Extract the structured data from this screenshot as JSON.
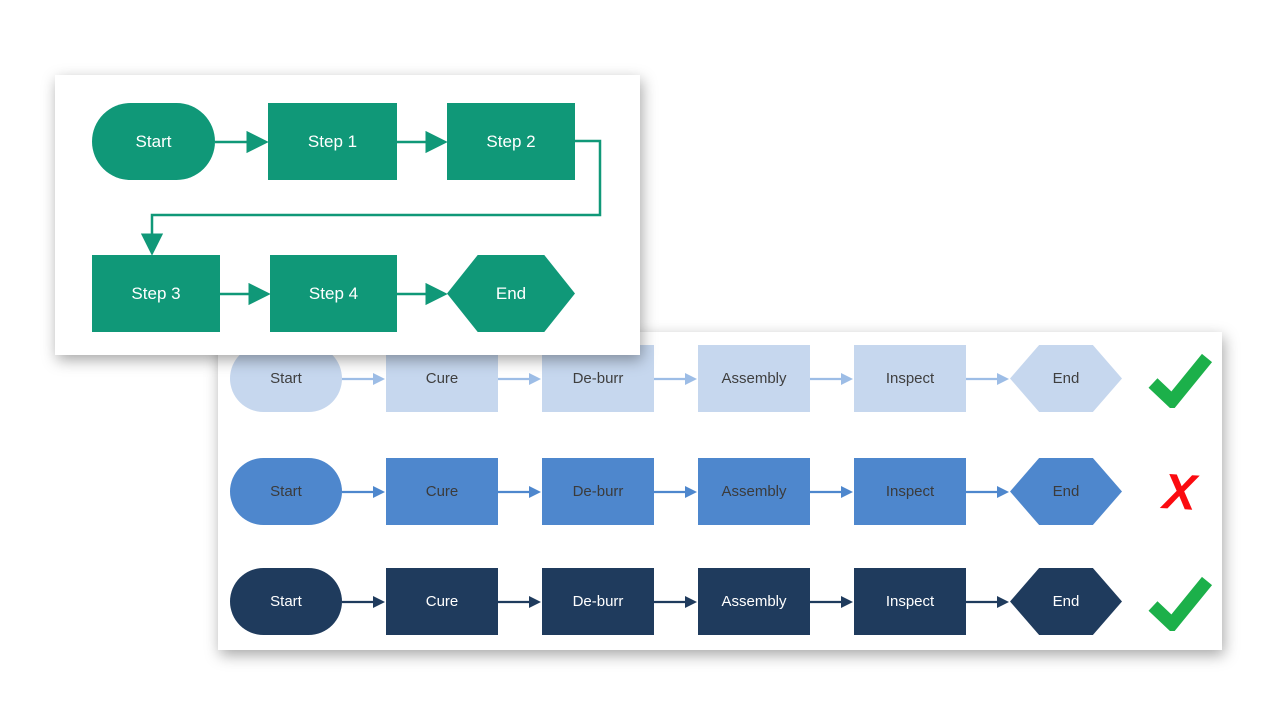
{
  "example_flowchart": {
    "fill": "#109878",
    "text_color": "#ffffff",
    "nodes": [
      {
        "id": "start",
        "label": "Start",
        "shape": "stadium"
      },
      {
        "id": "step1",
        "label": "Step 1",
        "shape": "rect"
      },
      {
        "id": "step2",
        "label": "Step 2",
        "shape": "rect"
      },
      {
        "id": "step3",
        "label": "Step 3",
        "shape": "rect"
      },
      {
        "id": "step4",
        "label": "Step 4",
        "shape": "rect"
      },
      {
        "id": "end",
        "label": "End",
        "shape": "hexagon"
      }
    ]
  },
  "process_rows": [
    {
      "steps": [
        "Start",
        "Cure",
        "De-burr",
        "Assembly",
        "Inspect",
        "End"
      ],
      "fill": "#c6d7ee",
      "arrow": "#9dbde6",
      "text": "#3f3f3f",
      "verdict": "check"
    },
    {
      "steps": [
        "Start",
        "Cure",
        "De-burr",
        "Assembly",
        "Inspect",
        "End"
      ],
      "fill": "#4e87cd",
      "arrow": "#4e87cd",
      "text": "#3b3b3b",
      "verdict": "cross"
    },
    {
      "steps": [
        "Start",
        "Cure",
        "De-burr",
        "Assembly",
        "Inspect",
        "End"
      ],
      "fill": "#1f3b5d",
      "arrow": "#1f3b5d",
      "text": "#ffffff",
      "verdict": "check"
    }
  ],
  "verdict_icons": {
    "check_color": "#1cb04a",
    "cross_color": "#fb0b10",
    "cross_glyph": "X"
  }
}
